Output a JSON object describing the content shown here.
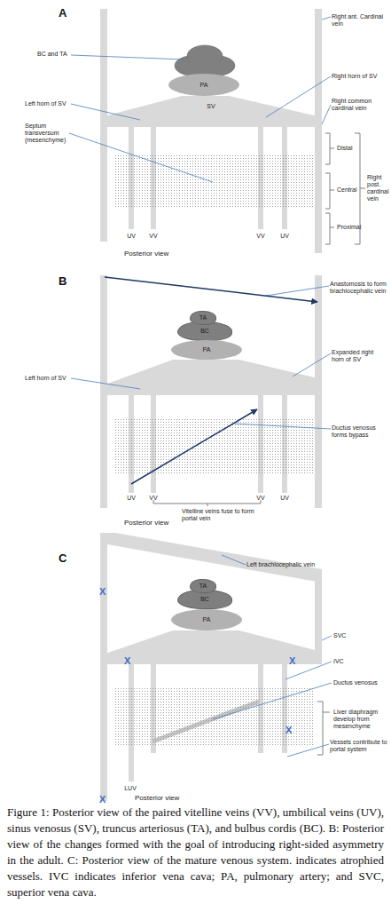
{
  "diagram": {
    "caption": "Figure 1: Posterior view of the paired vitelline veins (VV), umbilical veins (UV), sinus venosus (SV), truncus arteriosus (TA), and bulbus cordis (BC). B: Posterior view of the changes formed with the goal of introducing right-sided asymmetry in the adult. C: Posterior view of the mature venous system. indicates atrophied vessels. IVC indicates inferior vena cava; PA, pulmonary artery; and SVC, superior vena cava.",
    "nodes": [
      {
        "text": [
          "PA"
        ]
      },
      {
        "text": [
          "SV"
        ]
      },
      {
        "text": [
          "TA"
        ]
      },
      {
        "text": [
          "BC"
        ]
      },
      {
        "text": [
          "PA"
        ]
      },
      {
        "text": [
          "TA"
        ]
      },
      {
        "text": [
          "BC"
        ]
      },
      {
        "text": [
          "PA"
        ]
      }
    ],
    "labels": [
      "A",
      "BC and TA",
      "Right ant. Cardinal vein",
      "Left horn of SV",
      "Right horn of SV",
      "Right common cardinal vein",
      "Septum transversum (mesenchyme)",
      "Distal",
      "Central",
      "Right post. cardinal vein",
      "Proximal",
      "UV",
      "VV",
      "VV",
      "UV",
      "Posterior view",
      "B",
      "Anastomosis to form brachiocephalic vein",
      "Expanded right horn of SV",
      "Left horn of SV",
      "Ductus venosus forms bypass",
      "UV",
      "VV",
      "VV",
      "UV",
      "Vitelline veins fuse to form portal vein",
      "Posterior view",
      "C",
      "Left brachiocephalic vein",
      "X",
      "SVC",
      "X",
      "IVC",
      "X",
      "Ductus venosus",
      "Liver diaphragm develop from mesenchyme",
      "X",
      "LUV",
      "Vessels contribute to portal system",
      "X",
      "Posterior view"
    ]
  }
}
